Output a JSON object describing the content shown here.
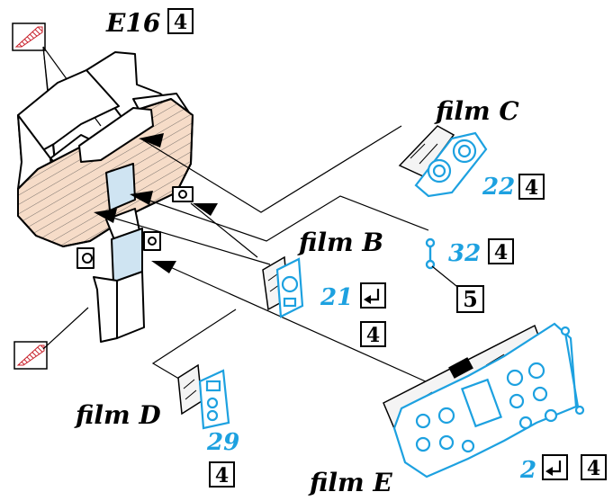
{
  "title": {
    "part": "E16",
    "box": "4"
  },
  "labels": {
    "film_c": "film C",
    "film_b": "film B",
    "film_d": "film D",
    "film_e": "film E"
  },
  "callouts": {
    "c_num": "22",
    "c_box": "4",
    "clip_num": "32",
    "clip_box": "4",
    "clip_sub": "5",
    "b_num": "21",
    "b_box": "4",
    "d_num": "29",
    "d_box": "4",
    "e_num": "2",
    "e_box": "4"
  },
  "colors": {
    "accent_blue": "#1da1e0",
    "panel_fill": "#f6dcc8",
    "glass_fill": "#cfe4f2",
    "decal_red": "#c8202a"
  },
  "icons": {
    "decal": "red-hatched-decal-icon",
    "fold": "fold-arrow-icon"
  }
}
